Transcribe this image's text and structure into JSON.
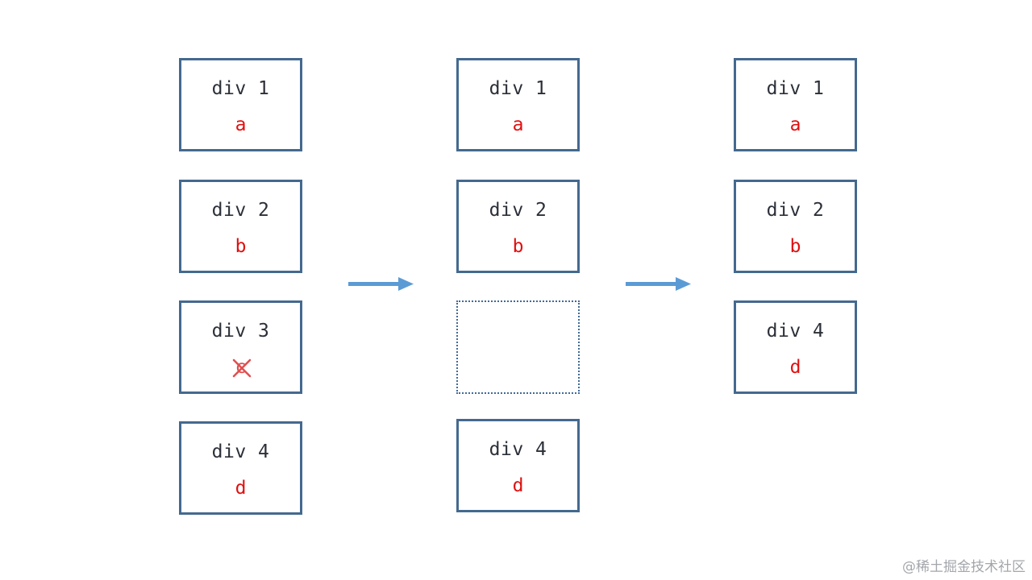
{
  "columns": {
    "left": {
      "boxes": [
        {
          "label": "div 1",
          "value": "a"
        },
        {
          "label": "div 2",
          "value": "b"
        },
        {
          "label": "div 3",
          "value": "c",
          "deleted": true
        },
        {
          "label": "div 4",
          "value": "d"
        }
      ]
    },
    "middle": {
      "boxes": [
        {
          "label": "div 1",
          "value": "a"
        },
        {
          "label": "div 2",
          "value": "b"
        },
        {
          "placeholder": true
        },
        {
          "label": "div 4",
          "value": "d"
        }
      ]
    },
    "right": {
      "boxes": [
        {
          "label": "div 1",
          "value": "a"
        },
        {
          "label": "div 2",
          "value": "b"
        },
        {
          "label": "div 4",
          "value": "d"
        }
      ]
    }
  },
  "colors": {
    "box_border": "#44698f",
    "label_text": "#2b2f38",
    "value_text": "#e01010",
    "arrow": "#5b9bd5",
    "cross": "#e05050"
  },
  "icons": {
    "arrow": "right-arrow-icon",
    "deleted_mark": "cross-icon"
  },
  "watermark": "@稀土掘金技术社区"
}
